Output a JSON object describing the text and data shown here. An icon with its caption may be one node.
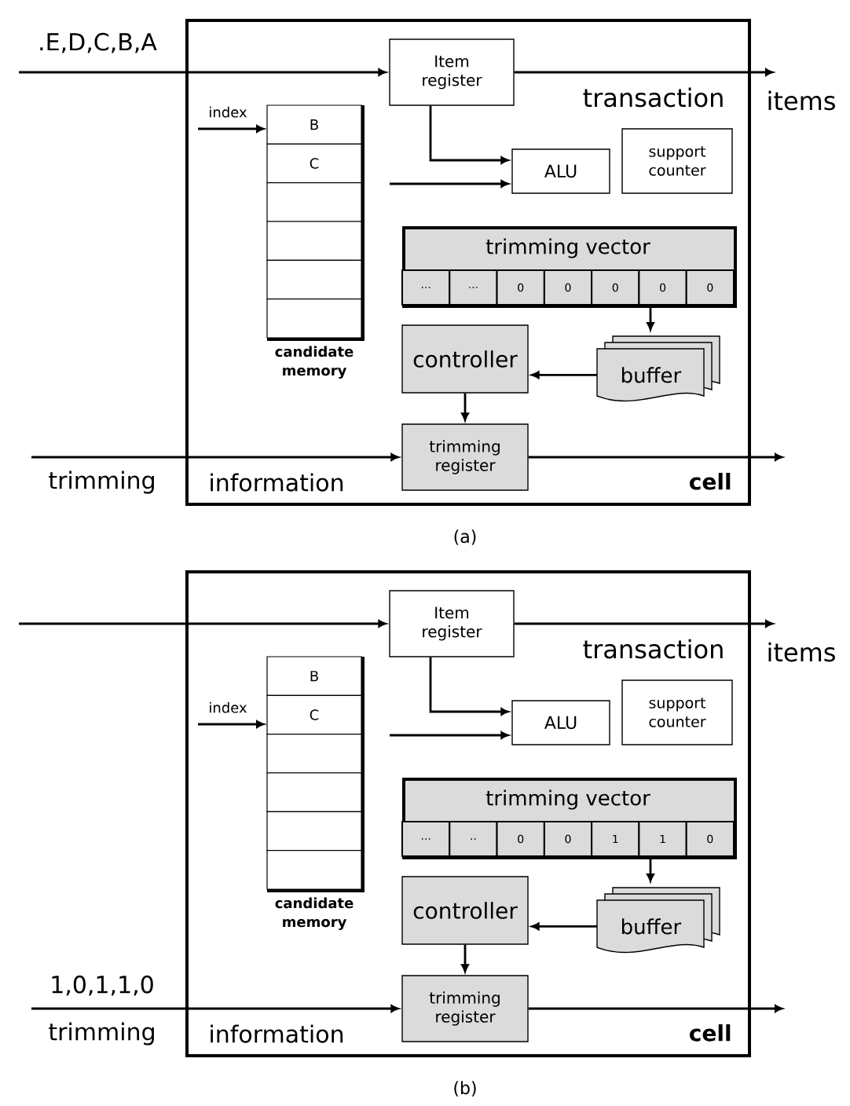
{
  "diagram": {
    "nodes": [
      {
        "text": [
          "cell"
        ]
      },
      {
        "text": [
          "Item register"
        ],
        "in": 0
      },
      {
        "text": [
          "ALU"
        ],
        "in": 0
      },
      {
        "text": [
          "support counter"
        ],
        "in": 0
      },
      {
        "text": [
          "candidate memory"
        ],
        "in": 0
      },
      {
        "text": [
          "B"
        ],
        "in": 4
      },
      {
        "text": [
          "C"
        ],
        "in": 4
      },
      {
        "text": [],
        "shape": "box",
        "in": 4
      },
      {
        "text": [],
        "shape": "box",
        "in": 4
      },
      {
        "text": [],
        "shape": "box",
        "in": 4
      },
      {
        "text": [],
        "shape": "box",
        "in": 4
      },
      {
        "text": [
          "trimming vector"
        ],
        "in": 0
      },
      {
        "text": [
          "..."
        ],
        "in": 11
      },
      {
        "text": [
          "..."
        ],
        "in": 11
      },
      {
        "text": [
          "0"
        ],
        "in": 11
      },
      {
        "text": [
          "0"
        ],
        "in": 11
      },
      {
        "text": [
          "0"
        ],
        "in": 11
      },
      {
        "text": [
          "0"
        ],
        "in": 11
      },
      {
        "text": [
          "0"
        ],
        "in": 11
      },
      {
        "text": [
          "controller"
        ],
        "in": 0
      },
      {
        "text": [
          "buffer"
        ],
        "in": 0
      },
      {
        "text": [
          "trimming register"
        ],
        "in": 0
      },
      {
        "text": [
          "cell"
        ]
      },
      {
        "text": [
          "Item register"
        ],
        "in": 22
      },
      {
        "text": [
          "ALU"
        ],
        "in": 22
      },
      {
        "text": [
          "support counter"
        ],
        "in": 22
      },
      {
        "text": [
          "candidate memory"
        ],
        "in": 22
      },
      {
        "text": [
          "B"
        ],
        "in": 26
      },
      {
        "text": [
          "C"
        ],
        "in": 26
      },
      {
        "text": [],
        "shape": "box",
        "in": 26
      },
      {
        "text": [],
        "shape": "box",
        "in": 26
      },
      {
        "text": [],
        "shape": "box",
        "in": 26
      },
      {
        "text": [],
        "shape": "box",
        "in": 26
      },
      {
        "text": [
          "trimming vector"
        ],
        "in": 22
      },
      {
        "text": [
          "..."
        ],
        "in": 33
      },
      {
        "text": [
          ".."
        ],
        "in": 33
      },
      {
        "text": [
          "0"
        ],
        "in": 33
      },
      {
        "text": [
          "0"
        ],
        "in": 33
      },
      {
        "text": [
          "1"
        ],
        "in": 33
      },
      {
        "text": [
          "1"
        ],
        "in": 33
      },
      {
        "text": [
          "0"
        ],
        "in": 33
      },
      {
        "text": [
          "controller"
        ],
        "in": 22
      },
      {
        "text": [
          "buffer"
        ],
        "in": 22
      },
      {
        "text": [
          "trimming register"
        ],
        "in": 22
      },
      {
        "text": [
          "transaction",
          "items"
        ]
      },
      {
        "text": [
          "transaction",
          "items"
        ]
      }
    ],
    "edges": [
      {
        "from": null,
        "to": 1,
        "arrow": "to",
        "label": ".E,D,C,B,A"
      },
      {
        "from": 1,
        "to": 44,
        "arrow": "to"
      },
      {
        "from": 1,
        "to": 2,
        "arrow": "to"
      },
      {
        "from": null,
        "to": 2,
        "arrow": "to"
      },
      {
        "from": null,
        "to": 4,
        "arrow": "to",
        "label": "index"
      },
      {
        "from": 11,
        "to": 20,
        "arrow": "to"
      },
      {
        "from": 20,
        "to": 19,
        "arrow": "to"
      },
      {
        "from": 19,
        "to": 21,
        "arrow": "to"
      },
      {
        "from": null,
        "to": 21,
        "arrow": "to"
      },
      {
        "from": 21,
        "to": null,
        "arrow": "to"
      },
      {
        "from": null,
        "to": 23,
        "arrow": "to"
      },
      {
        "from": 23,
        "to": 45,
        "arrow": "to"
      },
      {
        "from": 23,
        "to": 24,
        "arrow": "to"
      },
      {
        "from": null,
        "to": 24,
        "arrow": "to"
      },
      {
        "from": null,
        "to": 26,
        "arrow": "to",
        "label": "index"
      },
      {
        "from": 33,
        "to": 42,
        "arrow": "to"
      },
      {
        "from": 42,
        "to": 41,
        "arrow": "to"
      },
      {
        "from": 41,
        "to": 43,
        "arrow": "to"
      },
      {
        "from": null,
        "to": 43,
        "arrow": "to",
        "label": "1,0,1,1,0"
      },
      {
        "from": 43,
        "to": null,
        "arrow": "to"
      }
    ],
    "labels": [
      "trimming",
      "information",
      "(a)",
      "trimming",
      "information",
      "(b)"
    ]
  }
}
